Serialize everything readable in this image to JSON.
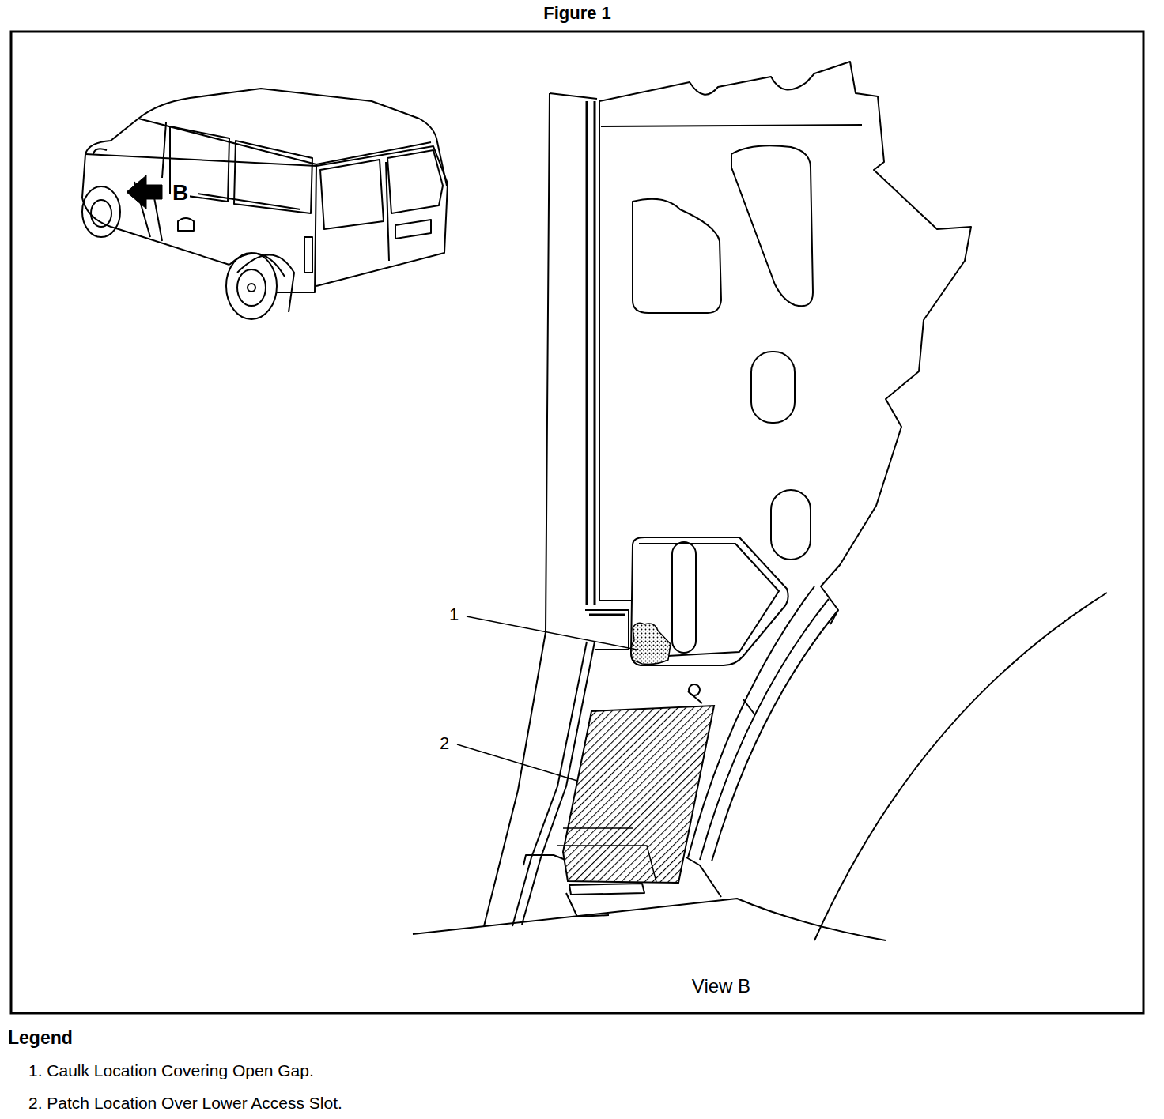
{
  "diagram": {
    "title": "Figure 1",
    "labels": [
      "B",
      "1",
      "2",
      "View B",
      "Legend"
    ],
    "legend": [
      {
        "text": "1. Caulk Location Covering Open Gap."
      },
      {
        "text": "2. Patch Location Over Lower Access Slot."
      }
    ]
  }
}
